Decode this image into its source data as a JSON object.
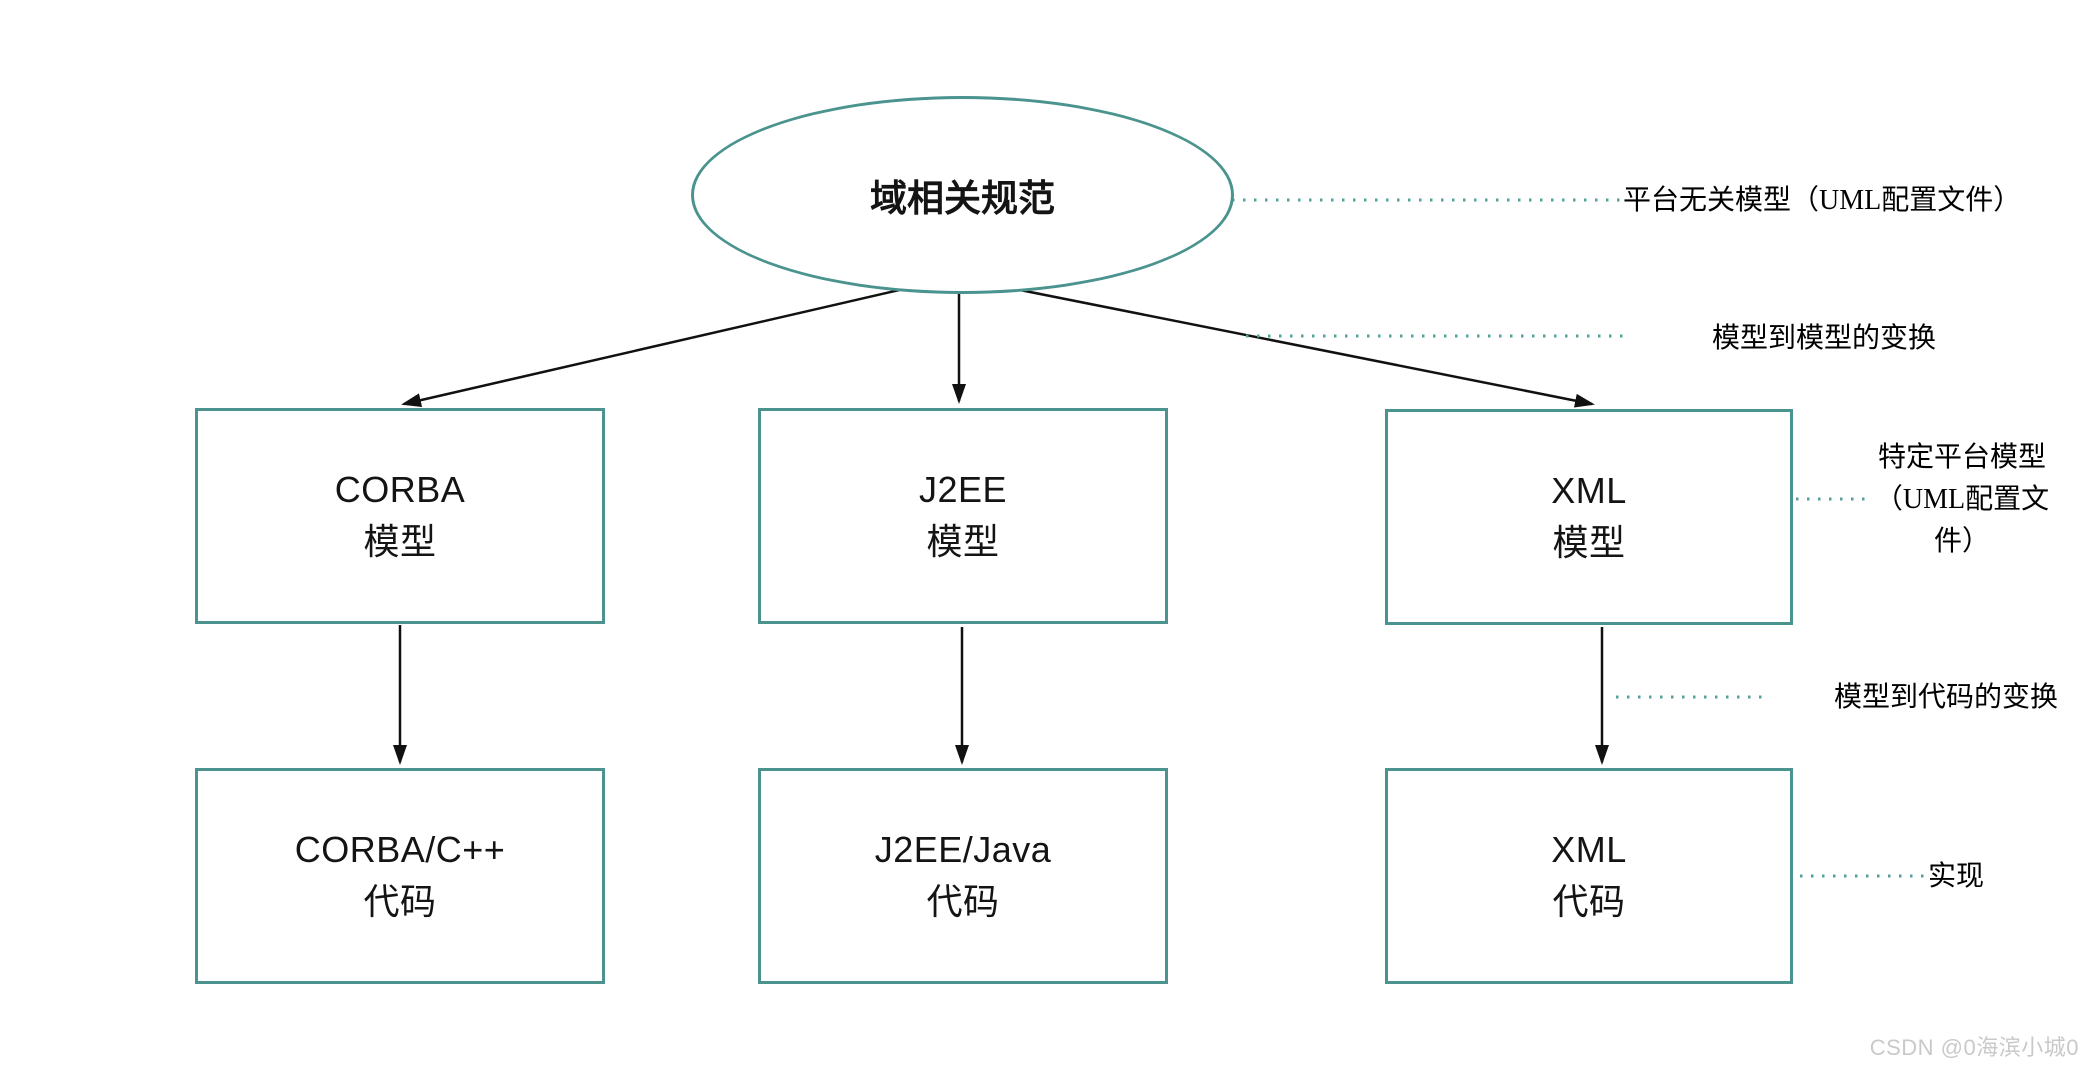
{
  "diagram": {
    "root": {
      "label": "域相关规范"
    },
    "models": [
      {
        "line1": "CORBA",
        "line2": "模型"
      },
      {
        "line1": "J2EE",
        "line2": "模型"
      },
      {
        "line1": "XML",
        "line2": "模型"
      }
    ],
    "codes": [
      {
        "line1": "CORBA/C++",
        "line2": "代码"
      },
      {
        "line1": "J2EE/Java",
        "line2": "代码"
      },
      {
        "line1": "XML",
        "line2": "代码"
      }
    ],
    "annotations": {
      "pim": {
        "text": "平台无关模型（UML配置文件）"
      },
      "model_to_model": {
        "text": "模型到模型的变换"
      },
      "psm": {
        "line1": "特定平台模型",
        "line2": "（UML配置文件）"
      },
      "model_to_code": {
        "text": "模型到代码的变换"
      },
      "implementation": {
        "text": "实现"
      }
    },
    "colors": {
      "shape_stroke": "#4a938e",
      "dotted_line": "#55a09b",
      "arrow": "#111111",
      "watermark_text": "#c9c9c9"
    }
  },
  "watermark": "CSDN @0海滨小城0"
}
